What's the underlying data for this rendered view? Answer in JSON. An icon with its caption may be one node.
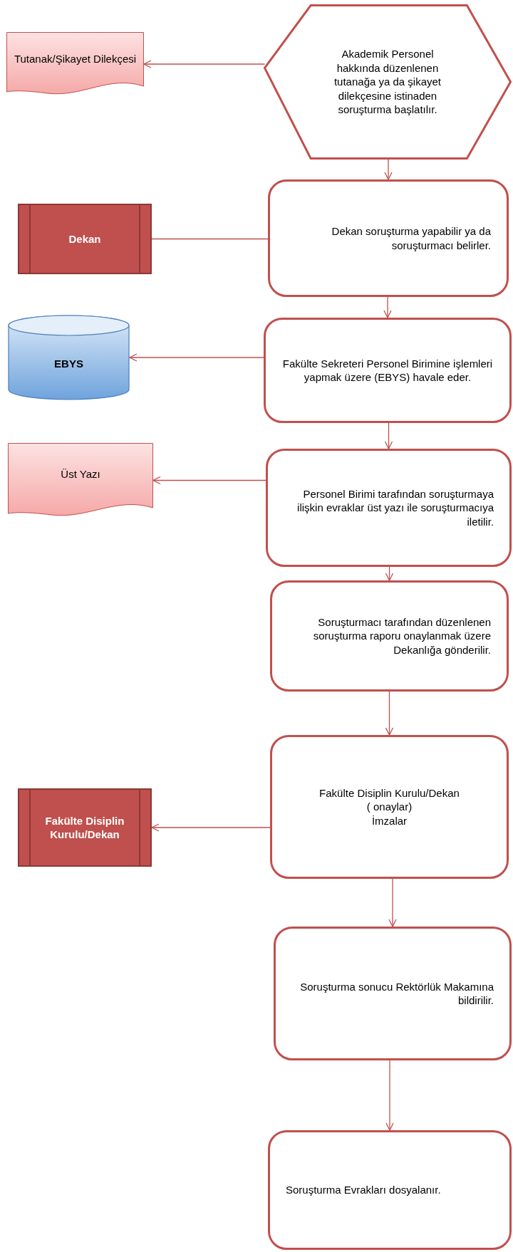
{
  "diagram": {
    "nodes": [
      {
        "text": [
          "Akademik Personel hakkında düzenlenen tutanağa ya da şikayet dilekçesine istinaden soruşturma başlatılır."
        ]
      },
      {
        "text": [
          "Tutanak/Şikayet Dilekçesi"
        ]
      },
      {
        "text": [
          "Dekan"
        ]
      },
      {
        "text": [
          "Dekan soruşturma yapabilir ya da soruşturmacı belirler."
        ]
      },
      {
        "text": [
          "EBYS"
        ]
      },
      {
        "text": [
          "Fakülte Sekreteri Personel Birimine işlemleri yapmak üzere (EBYS) havale eder."
        ]
      },
      {
        "text": [
          "Üst Yazı"
        ]
      },
      {
        "text": [
          "Personel Birimi tarafından soruşturmaya ilişkin evraklar üst yazı ile soruşturmacıya iletilir."
        ]
      },
      {
        "text": [
          "Soruşturmacı tarafından düzenlenen soruşturma raporu onaylanmak üzere Dekanlığa gönderilir."
        ]
      },
      {
        "text": [
          "Fakülte Disiplin Kurulu/Dekan",
          "( onaylar)",
          "İmzalar"
        ]
      },
      {
        "text": [
          "Fakülte Disiplin Kurulu/Dekan"
        ]
      },
      {
        "text": [
          "Soruşturma sonucu Rektörlük Makamına bildirilir."
        ]
      },
      {
        "text": [
          "Soruşturma Evrakları dosyalanır."
        ]
      }
    ],
    "edges": [
      {
        "from": 0,
        "to": 1,
        "arrow": "to"
      },
      {
        "from": 0,
        "to": 3,
        "arrow": "to"
      },
      {
        "from": 3,
        "to": 2,
        "arrow": "none"
      },
      {
        "from": 3,
        "to": 5,
        "arrow": "to"
      },
      {
        "from": 5,
        "to": 4,
        "arrow": "to"
      },
      {
        "from": 5,
        "to": 7,
        "arrow": "to"
      },
      {
        "from": 7,
        "to": 6,
        "arrow": "to"
      },
      {
        "from": 7,
        "to": 8,
        "arrow": "to"
      },
      {
        "from": 8,
        "to": 9,
        "arrow": "to"
      },
      {
        "from": 9,
        "to": 10,
        "arrow": "to"
      },
      {
        "from": 9,
        "to": 11,
        "arrow": "to"
      },
      {
        "from": 11,
        "to": 12,
        "arrow": "to"
      }
    ]
  }
}
